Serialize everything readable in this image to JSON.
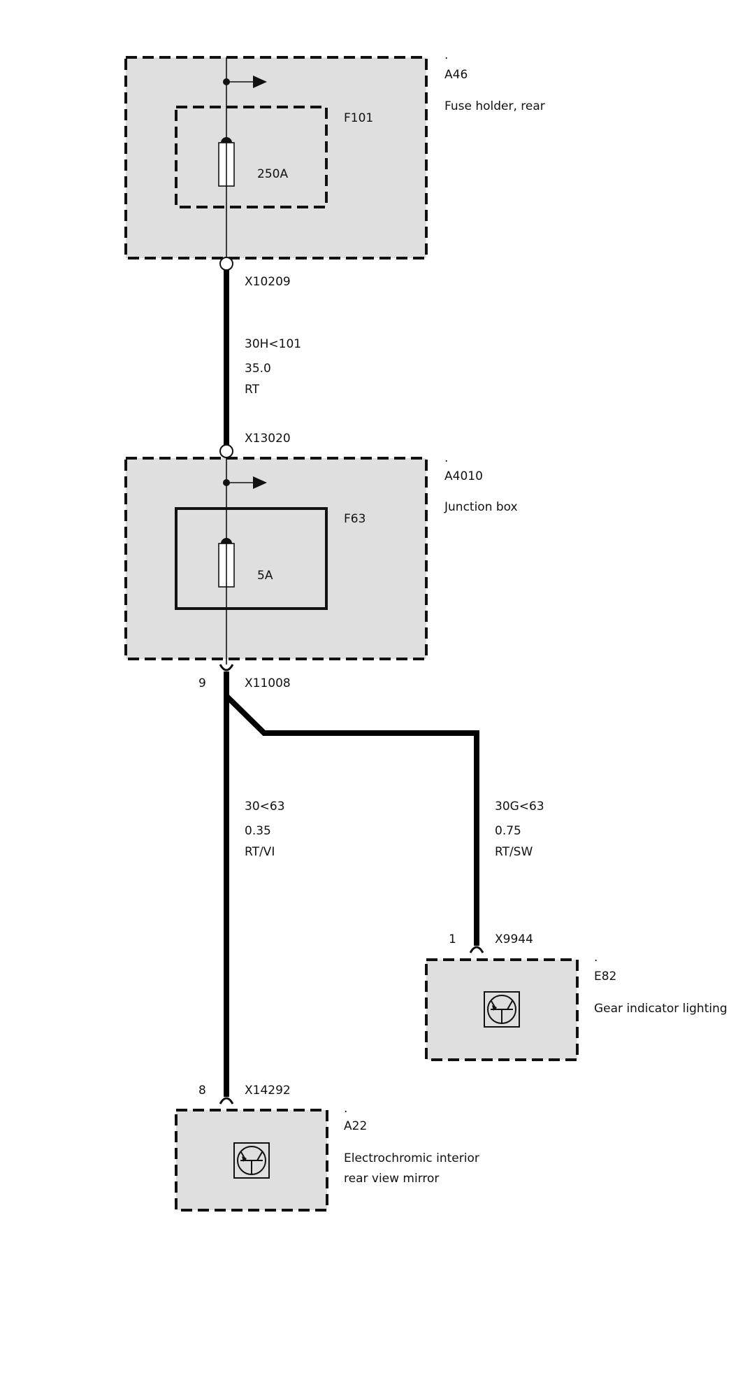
{
  "components": {
    "a46": {
      "dot": ".",
      "code": "A46",
      "desc": "Fuse holder, rear"
    },
    "f101": {
      "code": "F101",
      "rating": "250A"
    },
    "a4010": {
      "dot": ".",
      "code": "A4010",
      "desc": "Junction box"
    },
    "f63": {
      "code": "F63",
      "rating": "5A"
    },
    "e82": {
      "dot": ".",
      "code": "E82",
      "desc": "Gear indicator lighting"
    },
    "a22": {
      "dot": ".",
      "code": "A22",
      "desc_line1": "Electrochromic interior",
      "desc_line2": "rear view mirror"
    }
  },
  "connectors": {
    "x10209": "X10209",
    "x13020": "X13020",
    "x11008": {
      "id": "X11008",
      "pin": "9"
    },
    "x9944": {
      "id": "X9944",
      "pin": "1"
    },
    "x14292": {
      "id": "X14292",
      "pin": "8"
    }
  },
  "wires": {
    "main": {
      "circuit": "30H<101",
      "size": "35.0",
      "color": "RT"
    },
    "left": {
      "circuit": "30<63",
      "size": "0.35",
      "color": "RT/VI"
    },
    "right": {
      "circuit": "30G<63",
      "size": "0.75",
      "color": "RT/SW"
    }
  },
  "icons": {
    "lamp": "lamp-symbol-icon",
    "arrow": "arrow-right-icon",
    "fuse": "fuse-icon"
  }
}
